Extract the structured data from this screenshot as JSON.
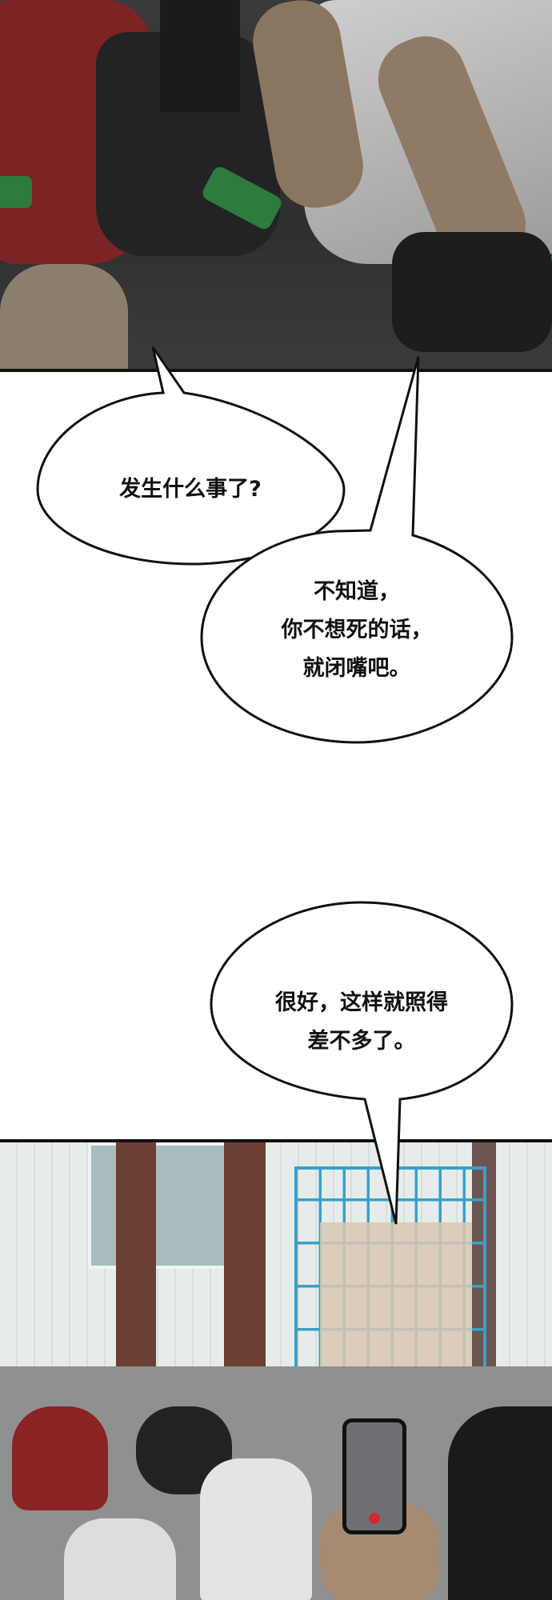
{
  "bubbles": [
    {
      "lines": [
        "发生什么事了?"
      ]
    },
    {
      "lines": [
        "不知道，",
        "你不想死的话，",
        "就闭嘴吧。"
      ]
    },
    {
      "lines": [
        "很好，这样就照得",
        "差不多了。"
      ]
    }
  ],
  "colors": {
    "headband": "#2e7a3f",
    "cart": "#3aa0c8",
    "red_hoodie": "#8a2424",
    "beam": "#6b3f33"
  }
}
